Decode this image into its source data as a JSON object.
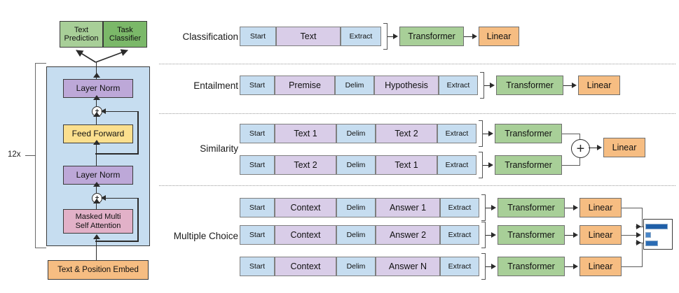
{
  "figure": {
    "title": "GPT Transformer architecture and task-specific input transformations"
  },
  "colors": {
    "token_start": "#c6ddf0",
    "token_text": "#d9cde8",
    "transformer_green": "#a8cf98",
    "linear_orange": "#f6bd82",
    "layer_norm_purple": "#bda8d8",
    "feed_forward_yellow": "#fbdf8e",
    "attention_pink": "#e2b1c8",
    "embed_orange": "#f6bd82",
    "text_prediction_green": "#a8cf98",
    "task_classifier_green": "#7bb869",
    "block_background_blue": "#c6ddf0",
    "bar_fill_blue": "#1f5fa8"
  },
  "left_diagram": {
    "name": "transformer-block-diagram",
    "heads": [
      {
        "label": "Text\nPrediction",
        "line1": "Text",
        "line2": "Prediction"
      },
      {
        "label": "Task\nClassifier",
        "line1": "Task",
        "line2": "Classifier"
      }
    ],
    "repeat_label": "12x",
    "blocks": [
      {
        "id": "layer-norm-top",
        "label": "Layer Norm"
      },
      {
        "id": "feed-forward",
        "label": "Feed Forward"
      },
      {
        "id": "layer-norm-bottom",
        "label": "Layer Norm"
      },
      {
        "id": "masked-attention",
        "line1": "Masked Multi",
        "line2": "Self Attention"
      }
    ],
    "embedding": {
      "id": "text-position-embed",
      "label": "Text & Position Embed"
    },
    "residual_symbol": "+"
  },
  "right_diagram": {
    "name": "task-input-transformations",
    "transformer_label": "Transformer",
    "linear_label": "Linear",
    "plus_symbol": "+",
    "tasks": [
      {
        "name": "classification",
        "label": "Classification",
        "sequences": [
          {
            "tokens": [
              {
                "text": "Start",
                "type": "special"
              },
              {
                "text": "Text",
                "type": "content"
              },
              {
                "text": "Extract",
                "type": "special"
              }
            ]
          }
        ],
        "outputs": [
          "Transformer",
          "Linear"
        ]
      },
      {
        "name": "entailment",
        "label": "Entailment",
        "sequences": [
          {
            "tokens": [
              {
                "text": "Start",
                "type": "special"
              },
              {
                "text": "Premise",
                "type": "content"
              },
              {
                "text": "Delim",
                "type": "special"
              },
              {
                "text": "Hypothesis",
                "type": "content"
              },
              {
                "text": "Extract",
                "type": "special"
              }
            ]
          }
        ],
        "outputs": [
          "Transformer",
          "Linear"
        ]
      },
      {
        "name": "similarity",
        "label": "Similarity",
        "sequences": [
          {
            "tokens": [
              {
                "text": "Start",
                "type": "special"
              },
              {
                "text": "Text 1",
                "type": "content"
              },
              {
                "text": "Delim",
                "type": "special"
              },
              {
                "text": "Text 2",
                "type": "content"
              },
              {
                "text": "Extract",
                "type": "special"
              }
            ]
          },
          {
            "tokens": [
              {
                "text": "Start",
                "type": "special"
              },
              {
                "text": "Text 2",
                "type": "content"
              },
              {
                "text": "Delim",
                "type": "special"
              },
              {
                "text": "Text 1",
                "type": "content"
              },
              {
                "text": "Extract",
                "type": "special"
              }
            ]
          }
        ],
        "outputs": [
          "Transformer",
          "Transformer",
          "Linear"
        ],
        "combiner": "+"
      },
      {
        "name": "multiple-choice",
        "label": "Multiple Choice",
        "sequences": [
          {
            "tokens": [
              {
                "text": "Start",
                "type": "special"
              },
              {
                "text": "Context",
                "type": "content"
              },
              {
                "text": "Delim",
                "type": "special"
              },
              {
                "text": "Answer 1",
                "type": "content"
              },
              {
                "text": "Extract",
                "type": "special"
              }
            ]
          },
          {
            "tokens": [
              {
                "text": "Start",
                "type": "special"
              },
              {
                "text": "Context",
                "type": "content"
              },
              {
                "text": "Delim",
                "type": "special"
              },
              {
                "text": "Answer 2",
                "type": "content"
              },
              {
                "text": "Extract",
                "type": "special"
              }
            ]
          },
          {
            "tokens": [
              {
                "text": "Start",
                "type": "special"
              },
              {
                "text": "Context",
                "type": "content"
              },
              {
                "text": "Delim",
                "type": "special"
              },
              {
                "text": "Answer N",
                "type": "content"
              },
              {
                "text": "Extract",
                "type": "special"
              }
            ]
          }
        ],
        "outputs": [
          "Transformer",
          "Linear"
        ],
        "softmax_bars": [
          {
            "relative_length": 1.0
          },
          {
            "relative_length": 0.18
          },
          {
            "relative_length": 0.52
          }
        ]
      }
    ]
  }
}
